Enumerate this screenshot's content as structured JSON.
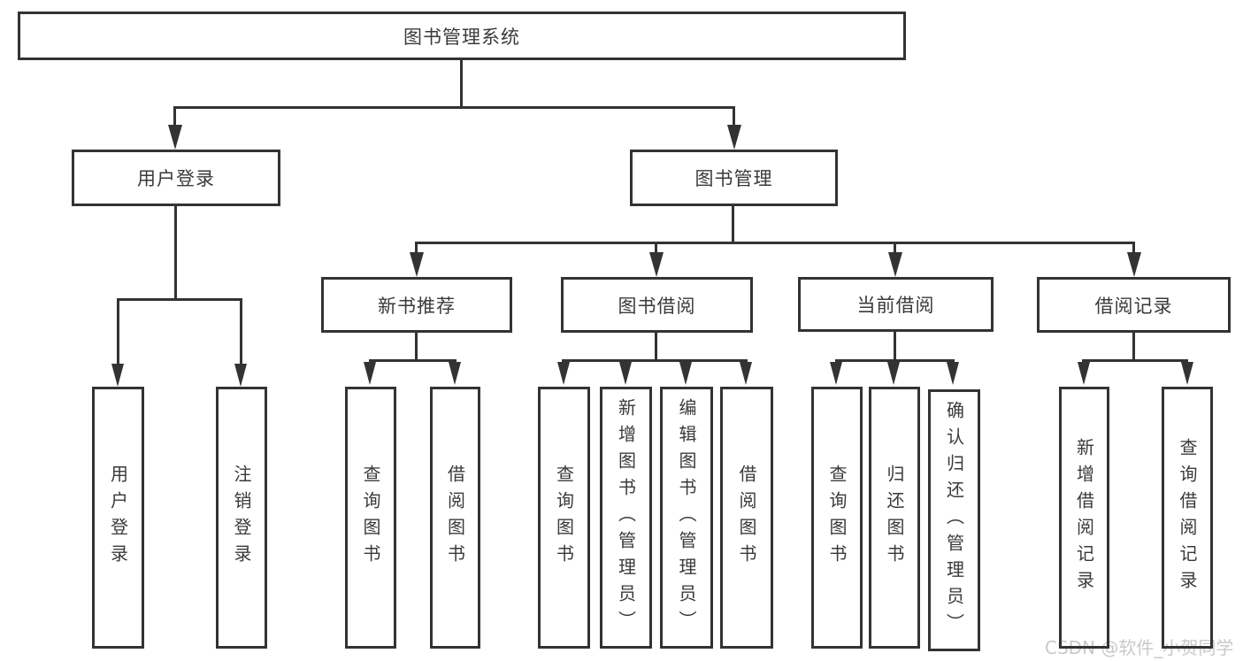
{
  "diagram": {
    "title": "图书管理系统",
    "colors": {
      "line": "#333333",
      "text": "#3a3a3e",
      "box_background": "#ffffff",
      "page_background": "#ffffff",
      "watermark": "#cbc8cb"
    },
    "watermark": {
      "text": "CSDN @软件_小贺同学"
    },
    "nodes": {
      "root": {
        "label": "图书管理系统"
      },
      "user_login": {
        "label": "用户登录"
      },
      "book_mgmt": {
        "label": "图书管理"
      },
      "new_book_rec": {
        "label": "新书推荐"
      },
      "book_borrow": {
        "label": "图书借阅"
      },
      "current_borrow": {
        "label": "当前借阅"
      },
      "borrow_record": {
        "label": "借阅记录"
      },
      "leaf_user_login": {
        "label": "用户登录"
      },
      "leaf_logout": {
        "label": "注销登录"
      },
      "leaf_query_book_1": {
        "label": "查询图书"
      },
      "leaf_borrow_book_1": {
        "label": "借阅图书"
      },
      "leaf_query_book_2": {
        "label": "查询图书"
      },
      "leaf_add_book": {
        "label": "新增图书（管理员）"
      },
      "leaf_edit_book": {
        "label": "编辑图书（管理员）"
      },
      "leaf_borrow_book_2": {
        "label": "借阅图书"
      },
      "leaf_query_book_3": {
        "label": "查询图书"
      },
      "leaf_return_book": {
        "label": "归还图书"
      },
      "leaf_confirm_return": {
        "label": "确认归还（管理员）"
      },
      "leaf_add_record": {
        "label": "新增借阅记录"
      },
      "leaf_query_record": {
        "label": "查询借阅记录"
      }
    },
    "tree": {
      "root": [
        "user_login",
        "book_mgmt"
      ],
      "user_login": [
        "leaf_user_login",
        "leaf_logout"
      ],
      "book_mgmt": [
        "new_book_rec",
        "book_borrow",
        "current_borrow",
        "borrow_record"
      ],
      "new_book_rec": [
        "leaf_query_book_1",
        "leaf_borrow_book_1"
      ],
      "book_borrow": [
        "leaf_query_book_2",
        "leaf_add_book",
        "leaf_edit_book",
        "leaf_borrow_book_2"
      ],
      "current_borrow": [
        "leaf_query_book_3",
        "leaf_return_book",
        "leaf_confirm_return"
      ],
      "borrow_record": [
        "leaf_add_record",
        "leaf_query_record"
      ]
    }
  }
}
